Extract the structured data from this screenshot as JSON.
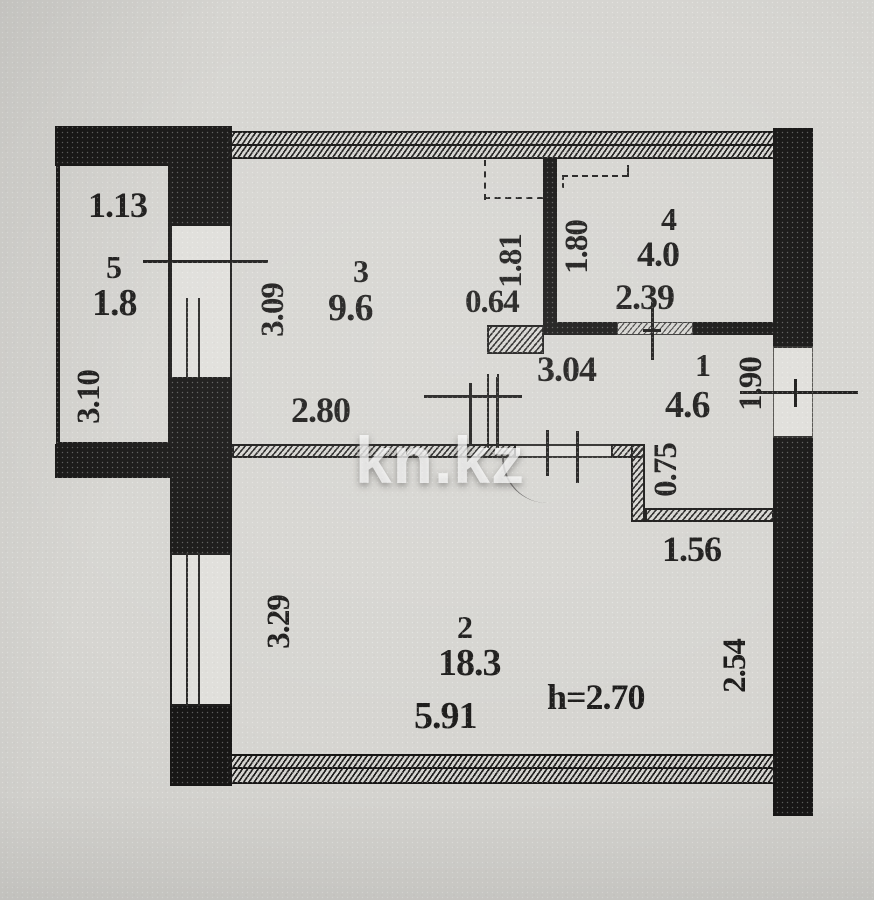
{
  "watermark": "kn.kz",
  "rooms": {
    "balcony": {
      "number": "5",
      "area": "1.8",
      "width": "1.13",
      "depth": "3.10"
    },
    "kitchen": {
      "number": "3",
      "area": "9.6",
      "height": "3.09",
      "width": "2.80"
    },
    "niche": {
      "width": "0.64",
      "height": "1.81"
    },
    "bathroom": {
      "number": "4",
      "area": "4.0",
      "height": "1.80",
      "width": "2.39"
    },
    "hallway": {
      "number": "1",
      "area": "4.6",
      "width": "3.04",
      "entry_side": "1.90",
      "step": "0.75",
      "bottom_width": "1.56"
    },
    "living": {
      "number": "2",
      "area": "18.3",
      "height": "3.29",
      "width": "5.91",
      "right_height": "2.54",
      "ceiling": "h=2.70"
    }
  }
}
